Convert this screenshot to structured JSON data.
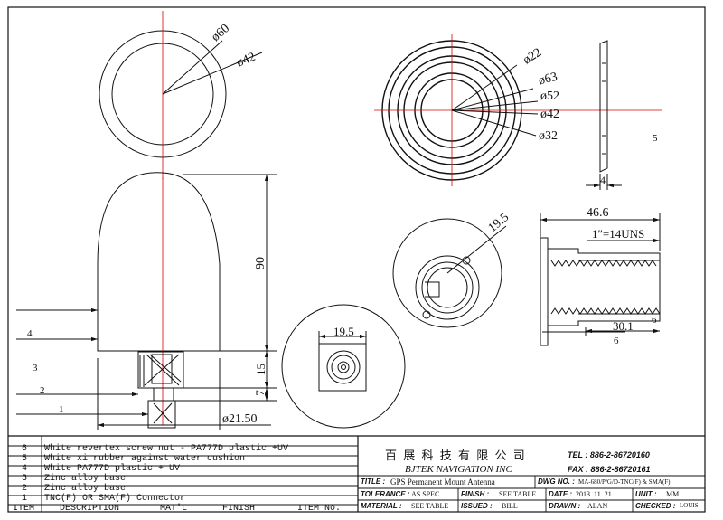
{
  "dimensions": {
    "outer_dia": "ø60",
    "inner_dia": "ø42",
    "ring_d22": "ø22",
    "ring_d63": "ø63",
    "ring_d52": "ø52",
    "ring_d42": "ø42",
    "ring_d32": "ø32",
    "side_thk": "4",
    "side_num": "5",
    "height_90": "90",
    "h15": "15",
    "h7": "7",
    "base_dia": "ø21.50",
    "nut_19_5": "19.5",
    "nut_len": "46.6",
    "thread": "1″=14UNS",
    "thread_len": "30.1",
    "six_a": "6",
    "six_b": "6",
    "bottom_19_5": "19.5"
  },
  "callouts": [
    "4",
    "3",
    "2",
    "1"
  ],
  "bom": {
    "rows": [
      {
        "item": "6",
        "desc": "White revertex screw nut - PA777D plastic +UV"
      },
      {
        "item": "5",
        "desc": "White xi rubber against water cushion"
      },
      {
        "item": "4",
        "desc": "White PA777D plastic + UV"
      },
      {
        "item": "3",
        "desc": "Zinc alloy base"
      },
      {
        "item": "2",
        "desc": "Zinc alloy base"
      },
      {
        "item": "1",
        "desc": "TNC(F) OR SMA(F) Connector"
      }
    ],
    "headers": {
      "item": "ITEM",
      "desc": "DESCRIPTION",
      "mat": "MAT'L",
      "finish": "FINISH",
      "itemno": "ITEM No."
    }
  },
  "title_block": {
    "company_cn": "百 展 科 技 有 限 公 司",
    "company_en": "BJTEK NAVIGATION INC",
    "tel": "TEL : 886-2-86720160",
    "fax": "FAX : 886-2-86720161",
    "title_label": "TITLE :",
    "title_value": "GPS Permanent Mount Antenna",
    "dwg_label": "DWG NO. :",
    "dwg_value": "MA-680/P/G/D-TNC(F) & SMA(F)",
    "tol_label": "TOLERANCE :",
    "tol_value": "AS SPEC.",
    "finish_label": "FINISH :",
    "finish_value": "SEE TABLE",
    "date_label": "DATE :",
    "date_value": "2013. 11. 21",
    "unit_label": "UNIT :",
    "unit_value": "MM",
    "mat_label": "MATERIAL :",
    "mat_value": "SEE TABLE",
    "issued_label": "ISSUED :",
    "issued_value": "BILL",
    "drawn_label": "DRAWN :",
    "drawn_value": "ALAN",
    "checked_label": "CHECKED :",
    "checked_value": "LOUIS"
  }
}
